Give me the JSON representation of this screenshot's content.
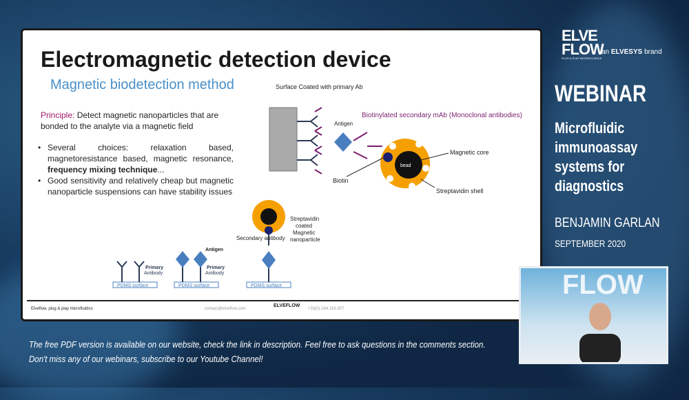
{
  "slide": {
    "title": "Electromagnetic detection device",
    "subtitle": "Magnetic biodetection method",
    "principle_label": "Principle:",
    "principle_text": " Detect magnetic nanoparticles that are bonded to the analyte via a magnetic field",
    "bullets": [
      {
        "text": "Several choices: relaxation based, magnetoresistance based, magnetic resonance, ",
        "bold": "frequency mixing technique",
        "after": "..."
      },
      {
        "text": "Good sensitivity and relatively cheap but magnetic nanoparticle suspensions can have stability issues"
      }
    ],
    "diagram_top": {
      "surface": "Surface Coated with primary Ab",
      "antigen": "Antigen",
      "secondary": "Biotinylated secondary mAb (Monoclonal antibodies)",
      "bead": "bead",
      "magnetic_core": "Magnetic core",
      "biotin": "Biotin",
      "shell": "Streptavidin shell"
    },
    "diagram_bottom": {
      "surface": "PDMS surface",
      "primary": "Primary",
      "antibody": "Antibody",
      "antigen": "Antigen",
      "secondary": "Secondary antibody",
      "strept1": "Streptavidin",
      "strept2": "coated",
      "strept3": "Magnetic",
      "strept4": "nanoparticle"
    },
    "footer": {
      "company": "Elveflow, plug & play microfluidics",
      "email": "contact@elveflow.com",
      "phone": "+33(0).184.163.807",
      "logo": "ELVEFLOW"
    }
  },
  "brand": {
    "logo1": "ELVE",
    "logo2": "FLOW",
    "logo_sub": "PLUG & PLAY MICROFLUIDICS",
    "tag_prefix": "an ",
    "tag_bold": "ELVESYS",
    "tag_suffix": " brand"
  },
  "webinar": {
    "label": "WEBINAR",
    "topic": "Microfluidic immunoassay systems for diagnostics",
    "presenter": "BENJAMIN GARLAN",
    "date": "SEPTEMBER 2020"
  },
  "webcam": {
    "backdrop": "FLOW"
  },
  "notice": {
    "line1": "The free PDF version is available on our website, check the link in description. Feel free to ask questions in the comments section.",
    "line2": "Don't miss any of our webinars, subscribe to our Youtube Channel!"
  },
  "colors": {
    "accent": "#4a8fc7",
    "principle": "#a0186a",
    "bead_shell": "#f5a000",
    "antibody": "#7a1e6e"
  }
}
